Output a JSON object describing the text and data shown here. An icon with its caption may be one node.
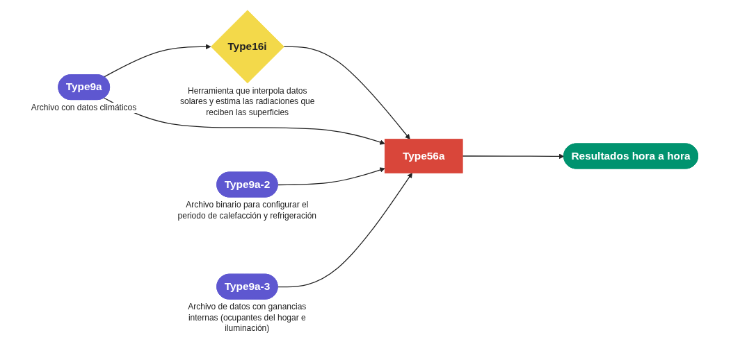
{
  "diagram": {
    "nodes": [
      {
        "text": [
          "Type9a"
        ],
        "beside": [
          "Archivo con datos climáticos"
        ]
      },
      {
        "text": [
          "Type16i"
        ],
        "beside": [
          "Herramienta que interpola datos solares y estima las radiaciones que reciben las superficies"
        ]
      },
      {
        "text": [
          "Type56a"
        ]
      },
      {
        "text": [
          "Resultados hora a hora"
        ]
      },
      {
        "text": [
          "Type9a-2"
        ],
        "beside": [
          "Archivo binario para configurar el periodo de calefacción y refrigeración"
        ]
      },
      {
        "text": [
          "Type9a-3"
        ],
        "beside": [
          "Archivo de datos con ganancias internas (ocupantes del hogar e iluminación)"
        ]
      }
    ],
    "edges": [
      {
        "from": 0,
        "to": 1,
        "arrow": "to"
      },
      {
        "from": 1,
        "to": 2,
        "arrow": "to"
      },
      {
        "from": 0,
        "to": 2,
        "arrow": "to"
      },
      {
        "from": 2,
        "to": 3,
        "arrow": "to"
      },
      {
        "from": 4,
        "to": 2,
        "arrow": "to"
      },
      {
        "from": 5,
        "to": 2,
        "arrow": "to"
      }
    ]
  }
}
